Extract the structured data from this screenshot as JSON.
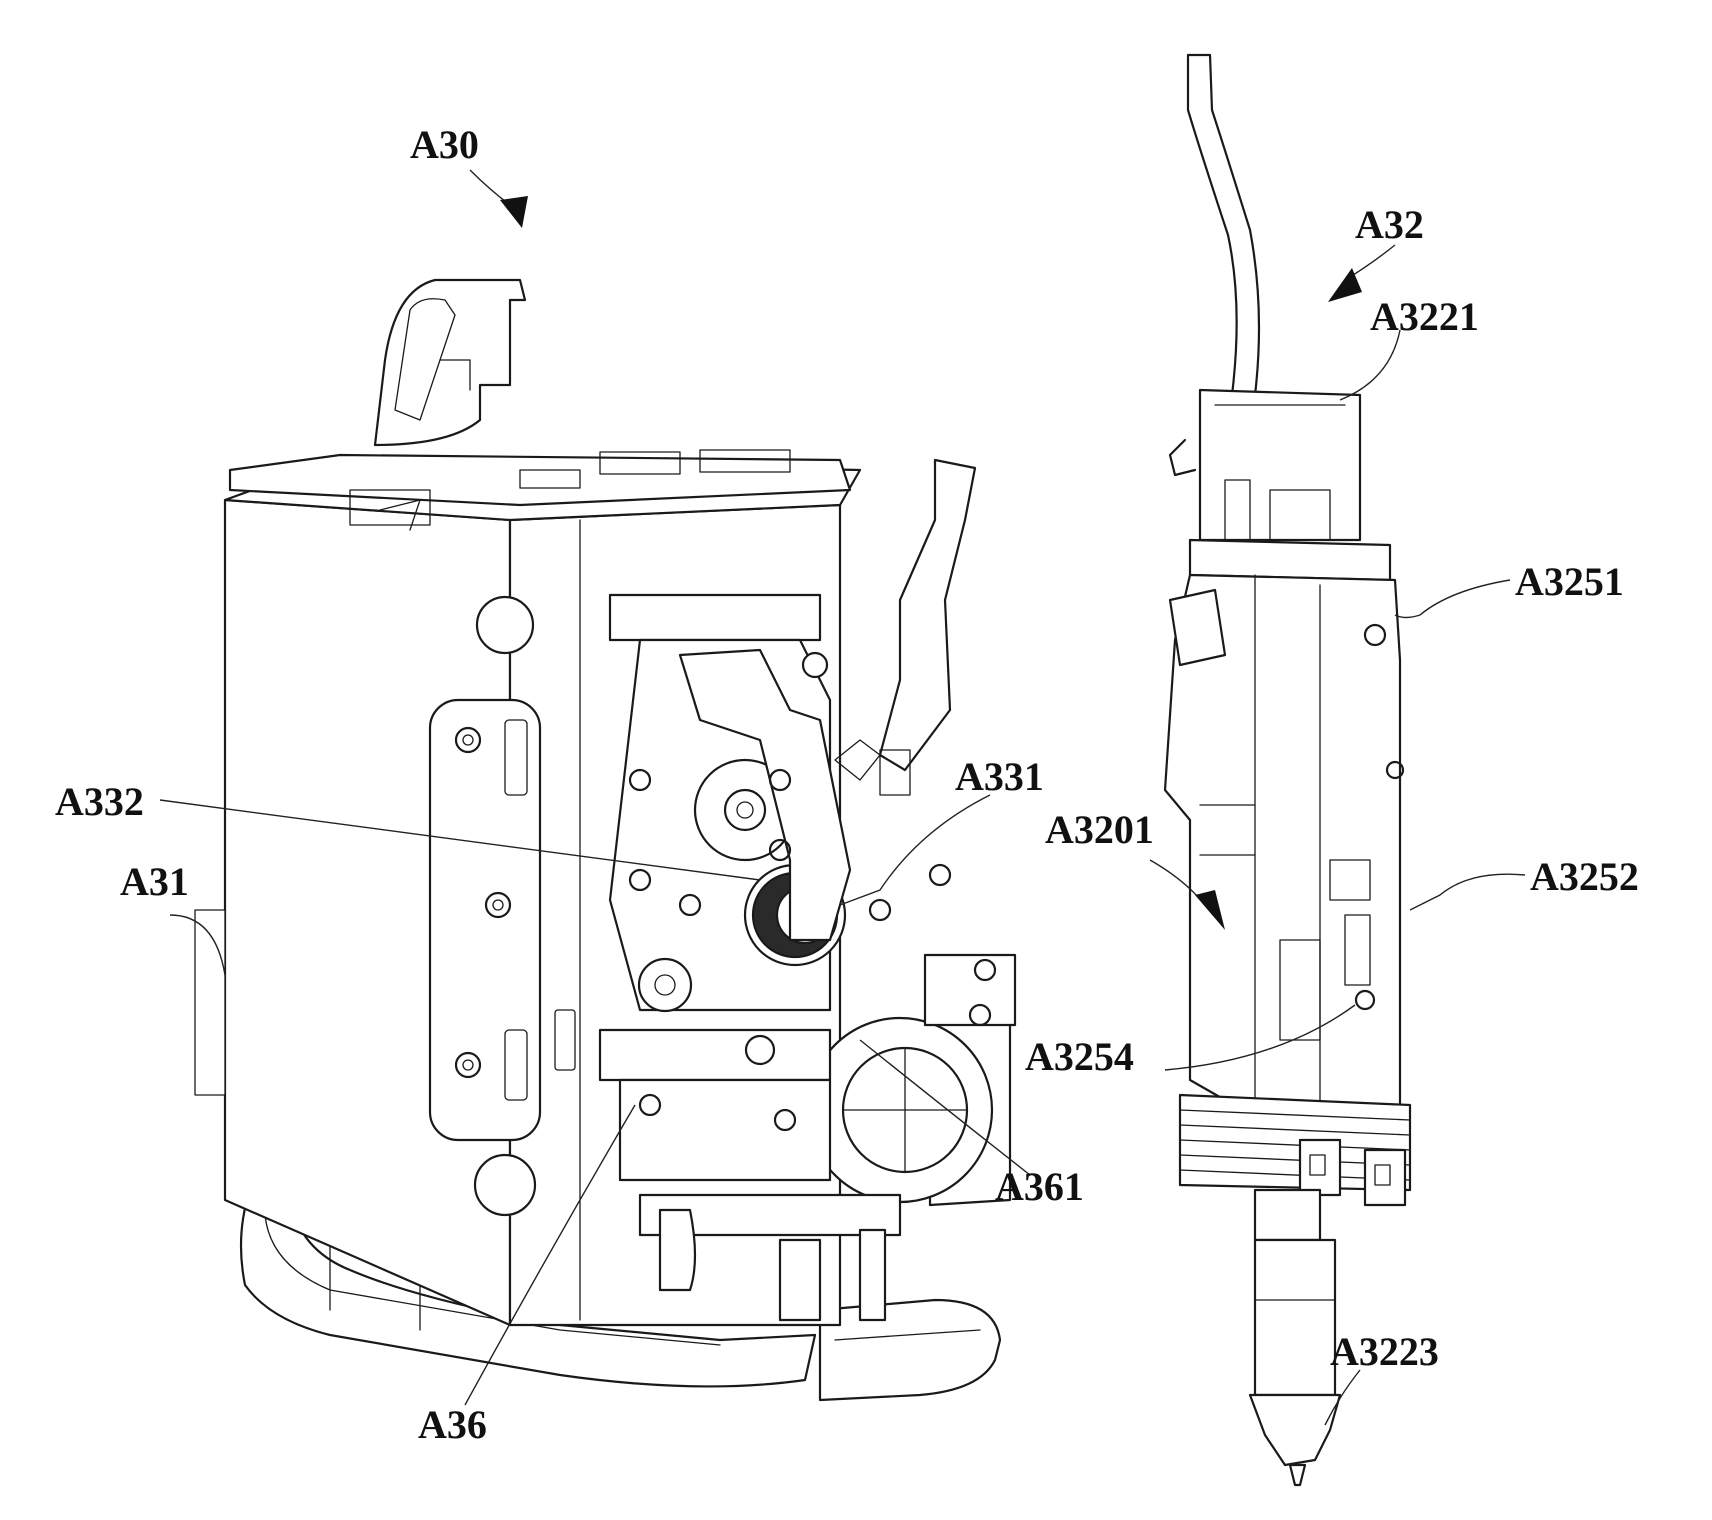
{
  "labels": {
    "A30": "A30",
    "A32": "A32",
    "A3221": "A3221",
    "A3251": "A3251",
    "A331": "A331",
    "A332": "A332",
    "A3201": "A3201",
    "A31": "A31",
    "A3252": "A3252",
    "A3254": "A3254",
    "A361": "A361",
    "A36": "A36",
    "A3223": "A3223"
  },
  "colors": {
    "line": "#1a1a1a",
    "background": "#ffffff"
  }
}
